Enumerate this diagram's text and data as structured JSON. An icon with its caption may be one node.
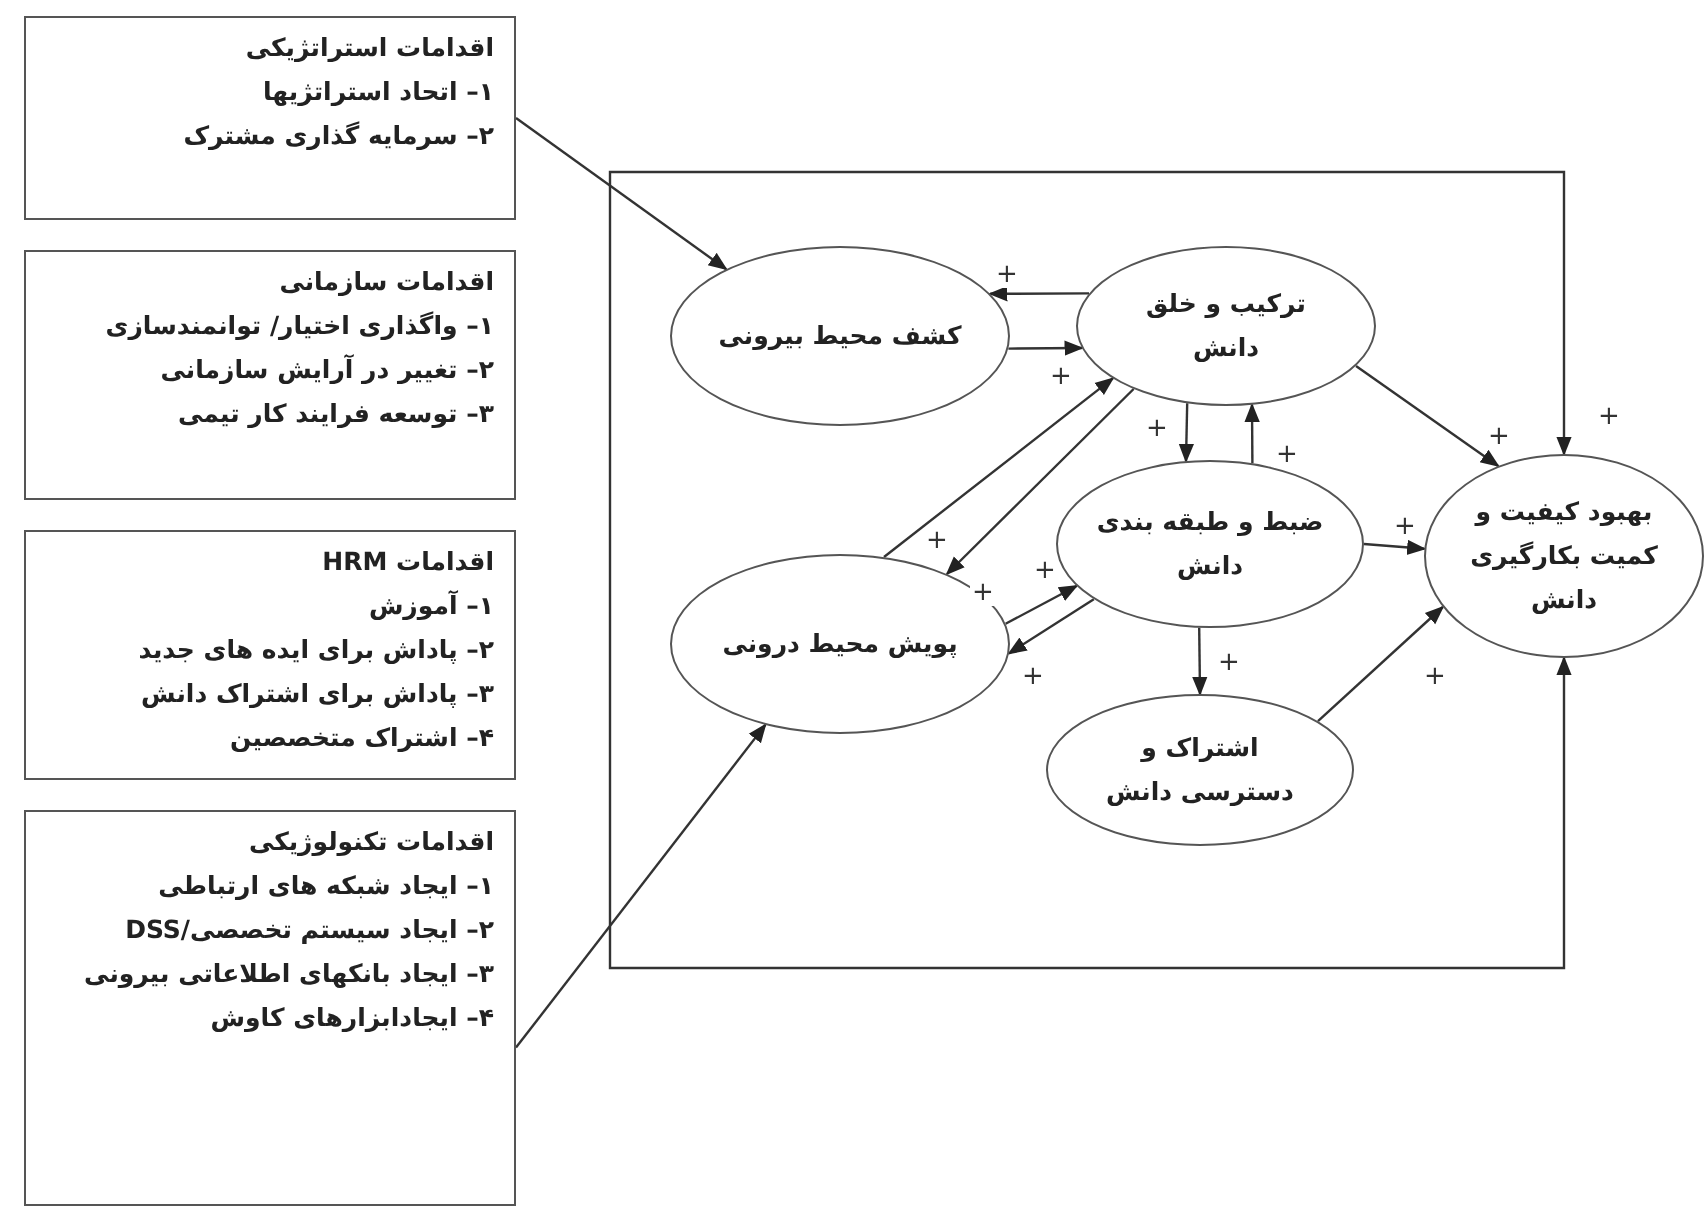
{
  "diagram": {
    "nodes": [
      {
        "text": [
          "اقدامات استراتژیکی",
          "۱– اتحاد استراتژیها",
          "۲– سرمایه گذاری مشترک"
        ]
      },
      {
        "text": [
          "اقدامات سازمانی",
          "۱– واگذاری اختیار/ توانمندسازی",
          "۲– تغییر در آرایش سازمانی",
          "۳– توسعه فرایند کار تیمی"
        ]
      },
      {
        "text": [
          "اقدامات HRM",
          "۱– آموزش",
          "۲– پاداش برای ایده های جدید",
          "۳– پاداش برای اشتراک دانش",
          "۴– اشتراک متخصصین"
        ]
      },
      {
        "text": [
          "اقدامات تکنولوژیکی",
          "۱– ایجاد شبکه های ارتباطی",
          "۲– ایجاد سیستم تخصصی/DSS",
          "۳– ایجاد بانکهای اطلاعاتی بیرونی",
          "۴– ایجادابزارهای کاوش"
        ]
      },
      {
        "text": [
          "کشف محیط بیرونی"
        ]
      },
      {
        "text": [
          "ترکیب و خلق دانش"
        ]
      },
      {
        "text": [
          "ضبط و طبقه بندی دانش"
        ]
      },
      {
        "text": [
          "پویش محیط درونی"
        ]
      },
      {
        "text": [
          "اشتراک و دسترسی دانش"
        ]
      },
      {
        "text": [
          "بهبود کیفیت و کمیت بکارگیری دانش"
        ]
      }
    ],
    "edges": [
      {
        "from": 0,
        "to": 4,
        "arrow": "to"
      },
      {
        "from": 3,
        "to": 7,
        "arrow": "to"
      },
      {
        "from": 5,
        "to": 4,
        "arrow": "to",
        "label": "+"
      },
      {
        "from": 4,
        "to": 5,
        "arrow": "to",
        "label": "+"
      },
      {
        "from": 7,
        "to": 5,
        "arrow": "to",
        "label": "+"
      },
      {
        "from": 5,
        "to": 7,
        "arrow": "to",
        "label": "+"
      },
      {
        "from": 5,
        "to": 6,
        "arrow": "to",
        "label": "+"
      },
      {
        "from": 6,
        "to": 5,
        "arrow": "to",
        "label": "+"
      },
      {
        "from": 7,
        "to": 6,
        "arrow": "to",
        "label": "+"
      },
      {
        "from": 6,
        "to": 7,
        "arrow": "to",
        "label": "+"
      },
      {
        "from": 5,
        "to": 9,
        "arrow": "to",
        "label": "+"
      },
      {
        "from": 6,
        "to": 9,
        "arrow": "to",
        "label": "+"
      },
      {
        "from": 6,
        "to": 8,
        "arrow": "to",
        "label": "+"
      },
      {
        "from": 8,
        "to": 9,
        "arrow": "to",
        "label": "+"
      },
      {
        "from": null,
        "to": 9,
        "arrow": "to",
        "label": "+"
      },
      {
        "from": null,
        "to": 9,
        "arrow": "to"
      }
    ]
  }
}
